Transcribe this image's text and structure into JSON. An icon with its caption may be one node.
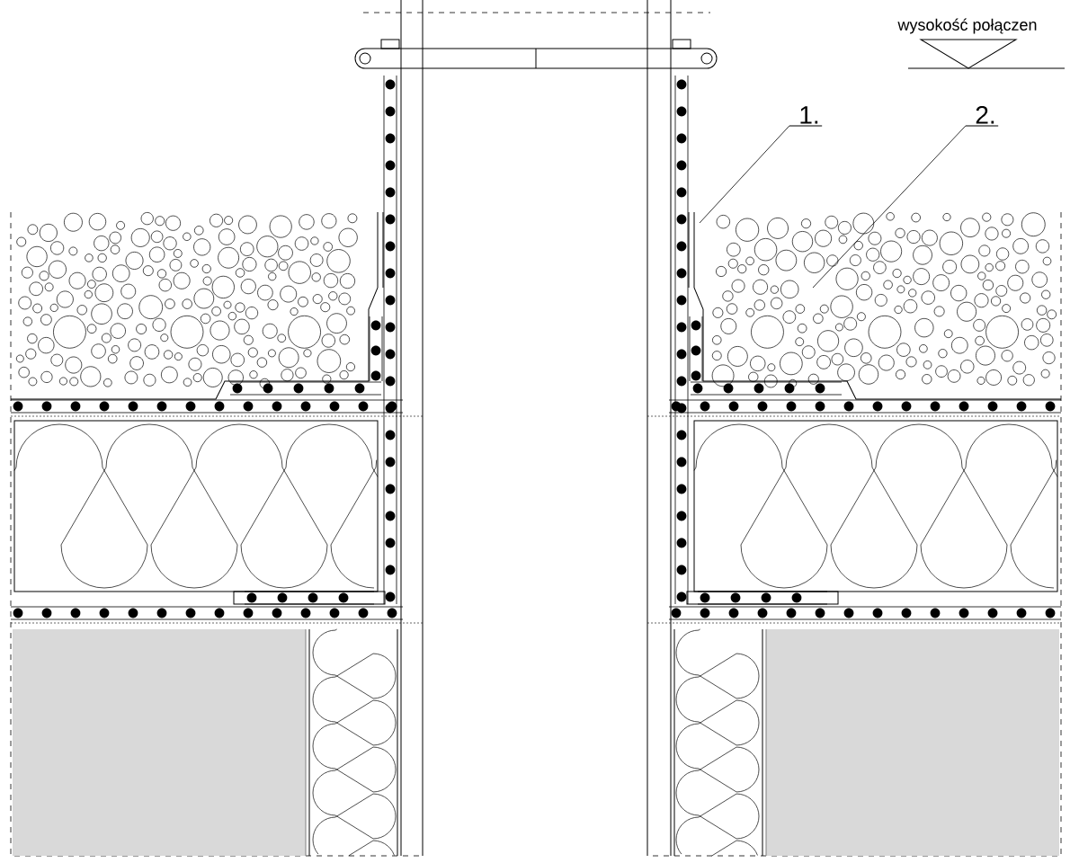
{
  "diagram": {
    "nodes": [
      {
        "text": [
          "1."
        ]
      },
      {
        "text": [
          "2."
        ]
      }
    ],
    "edges": [
      {
        "from": 0,
        "to": null,
        "arrow": "none"
      },
      {
        "from": 1,
        "to": null,
        "arrow": "none"
      }
    ],
    "labels": [
      "wysokość połączen"
    ]
  }
}
